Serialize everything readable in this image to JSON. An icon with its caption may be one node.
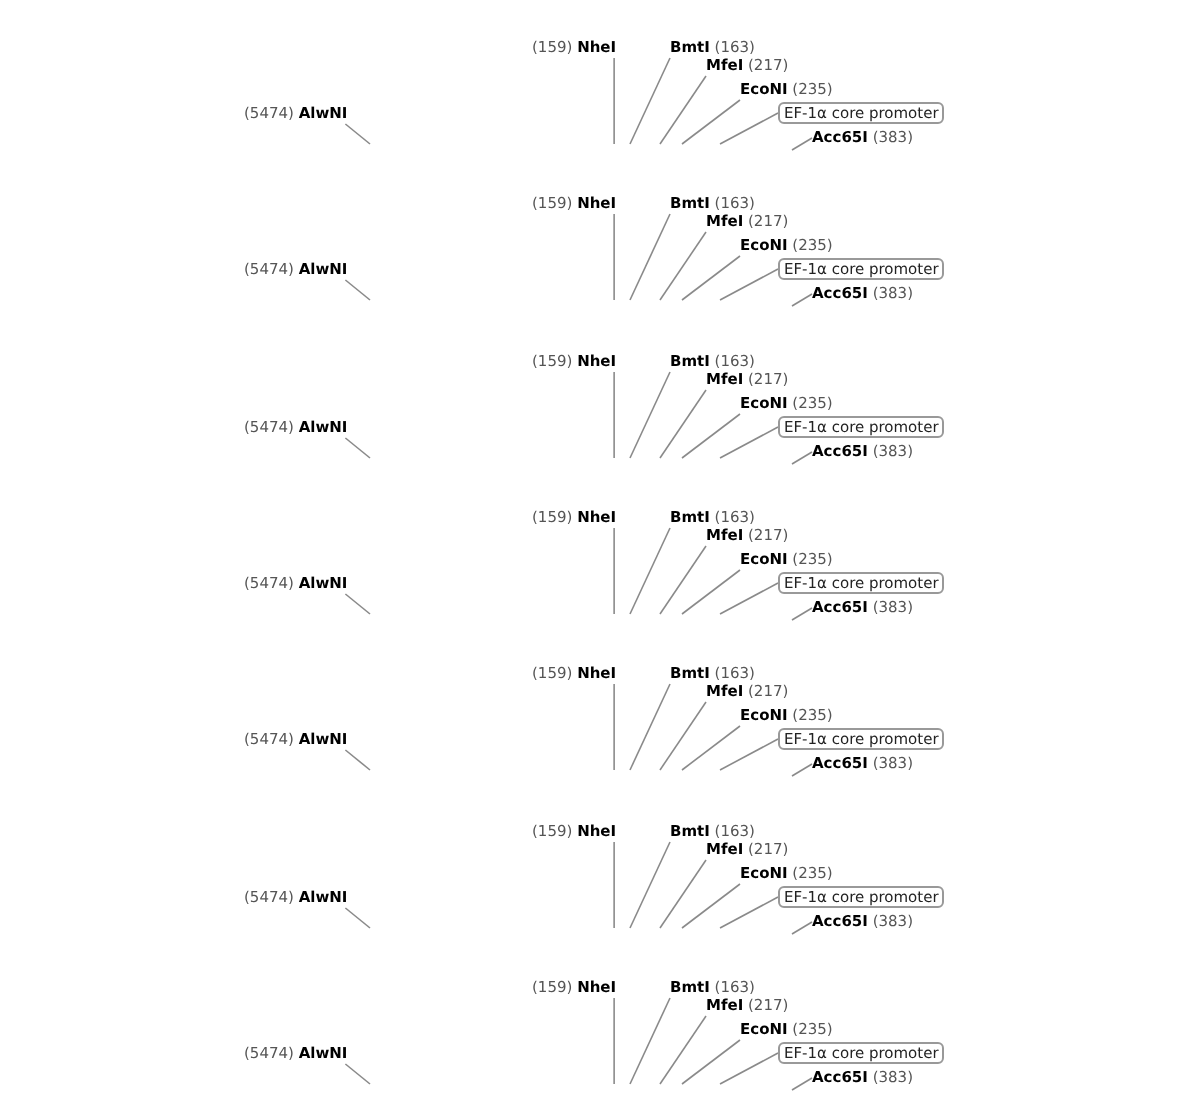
{
  "diagram": {
    "nodes": [
      {
        "text": [
          "(5474) **AlwNI**"
        ]
      },
      {
        "text": [
          "(159) **NheI**"
        ]
      },
      {
        "text": [
          "**BmtI** (163)"
        ]
      },
      {
        "text": [
          "**MfeI** (217)"
        ]
      },
      {
        "text": [
          "**EcoNI** (235)"
        ]
      },
      {
        "text": [
          "EF-1α core promoter"
        ]
      },
      {
        "text": [
          "**Acc65I** (383)"
        ]
      },
      {
        "text": [
          "(5474) **AlwNI**"
        ]
      },
      {
        "text": [
          "(159) **NheI**"
        ]
      },
      {
        "text": [
          "**BmtI** (163)"
        ]
      },
      {
        "text": [
          "**MfeI** (217)"
        ]
      },
      {
        "text": [
          "**EcoNI** (235)"
        ]
      },
      {
        "text": [
          "EF-1α core promoter"
        ]
      },
      {
        "text": [
          "**Acc65I** (383)"
        ]
      },
      {
        "text": [
          "(5474) **AlwNI**"
        ]
      },
      {
        "text": [
          "(159) **NheI**"
        ]
      },
      {
        "text": [
          "**BmtI** (163)"
        ]
      },
      {
        "text": [
          "**MfeI** (217)"
        ]
      },
      {
        "text": [
          "**EcoNI** (235)"
        ]
      },
      {
        "text": [
          "EF-1α core promoter"
        ]
      },
      {
        "text": [
          "**Acc65I** (383)"
        ]
      },
      {
        "text": [
          "(5474) **AlwNI**"
        ]
      },
      {
        "text": [
          "(159) **NheI**"
        ]
      },
      {
        "text": [
          "**BmtI** (163)"
        ]
      },
      {
        "text": [
          "**MfeI** (217)"
        ]
      },
      {
        "text": [
          "**EcoNI** (235)"
        ]
      },
      {
        "text": [
          "EF-1α core promoter"
        ]
      },
      {
        "text": [
          "**Acc65I** (383)"
        ]
      },
      {
        "text": [
          "(5474) **AlwNI**"
        ]
      },
      {
        "text": [
          "(159) **NheI**"
        ]
      },
      {
        "text": [
          "**BmtI** (163)"
        ]
      },
      {
        "text": [
          "**MfeI** (217)"
        ]
      },
      {
        "text": [
          "**EcoNI** (235)"
        ]
      },
      {
        "text": [
          "EF-1α core promoter"
        ]
      },
      {
        "text": [
          "**Acc65I** (383)"
        ]
      },
      {
        "text": [
          "(5474) **AlwNI**"
        ]
      },
      {
        "text": [
          "(159) **NheI**"
        ]
      },
      {
        "text": [
          "**BmtI** (163)"
        ]
      },
      {
        "text": [
          "**MfeI** (217)"
        ]
      },
      {
        "text": [
          "**EcoNI** (235)"
        ]
      },
      {
        "text": [
          "EF-1α core promoter"
        ]
      },
      {
        "text": [
          "**Acc65I** (383)"
        ]
      },
      {
        "text": [
          "(5474) **AlwNI**"
        ]
      },
      {
        "text": [
          "(159) **NheI**"
        ]
      },
      {
        "text": [
          "**BmtI** (163)"
        ]
      },
      {
        "text": [
          "**MfeI** (217)"
        ]
      },
      {
        "text": [
          "**EcoNI** (235)"
        ]
      },
      {
        "text": [
          "EF-1α core promoter"
        ]
      },
      {
        "text": [
          "**Acc65I** (383)"
        ]
      }
    ],
    "edges": [
      {
        "from": 0,
        "to": null,
        "arrow": "none"
      },
      {
        "from": 1,
        "to": null,
        "arrow": "none"
      },
      {
        "from": 2,
        "to": null,
        "arrow": "none"
      },
      {
        "from": 3,
        "to": null,
        "arrow": "none"
      },
      {
        "from": 4,
        "to": null,
        "arrow": "none"
      },
      {
        "from": 5,
        "to": null,
        "arrow": "none"
      },
      {
        "from": 6,
        "to": null,
        "arrow": "none"
      },
      {
        "from": 7,
        "to": null,
        "arrow": "none"
      },
      {
        "from": 8,
        "to": null,
        "arrow": "none"
      },
      {
        "from": 9,
        "to": null,
        "arrow": "none"
      },
      {
        "from": 10,
        "to": null,
        "arrow": "none"
      },
      {
        "from": 11,
        "to": null,
        "arrow": "none"
      },
      {
        "from": 12,
        "to": null,
        "arrow": "none"
      },
      {
        "from": 13,
        "to": null,
        "arrow": "none"
      },
      {
        "from": 14,
        "to": null,
        "arrow": "none"
      },
      {
        "from": 15,
        "to": null,
        "arrow": "none"
      },
      {
        "from": 16,
        "to": null,
        "arrow": "none"
      },
      {
        "from": 17,
        "to": null,
        "arrow": "none"
      },
      {
        "from": 18,
        "to": null,
        "arrow": "none"
      },
      {
        "from": 19,
        "to": null,
        "arrow": "none"
      },
      {
        "from": 20,
        "to": null,
        "arrow": "none"
      },
      {
        "from": 21,
        "to": null,
        "arrow": "none"
      },
      {
        "from": 22,
        "to": null,
        "arrow": "none"
      },
      {
        "from": 23,
        "to": null,
        "arrow": "none"
      },
      {
        "from": 24,
        "to": null,
        "arrow": "none"
      },
      {
        "from": 25,
        "to": null,
        "arrow": "none"
      },
      {
        "from": 26,
        "to": null,
        "arrow": "none"
      },
      {
        "from": 27,
        "to": null,
        "arrow": "none"
      },
      {
        "from": 28,
        "to": null,
        "arrow": "none"
      },
      {
        "from": 29,
        "to": null,
        "arrow": "none"
      },
      {
        "from": 30,
        "to": null,
        "arrow": "none"
      },
      {
        "from": 31,
        "to": null,
        "arrow": "none"
      },
      {
        "from": 32,
        "to": null,
        "arrow": "none"
      },
      {
        "from": 33,
        "to": null,
        "arrow": "none"
      },
      {
        "from": 34,
        "to": null,
        "arrow": "none"
      },
      {
        "from": 35,
        "to": null,
        "arrow": "none"
      },
      {
        "from": 36,
        "to": null,
        "arrow": "none"
      },
      {
        "from": 37,
        "to": null,
        "arrow": "none"
      },
      {
        "from": 38,
        "to": null,
        "arrow": "none"
      },
      {
        "from": 39,
        "to": null,
        "arrow": "none"
      },
      {
        "from": 40,
        "to": null,
        "arrow": "none"
      },
      {
        "from": 41,
        "to": null,
        "arrow": "none"
      },
      {
        "from": 42,
        "to": null,
        "arrow": "none"
      },
      {
        "from": 43,
        "to": null,
        "arrow": "none"
      },
      {
        "from": 44,
        "to": null,
        "arrow": "none"
      },
      {
        "from": 45,
        "to": null,
        "arrow": "none"
      },
      {
        "from": 46,
        "to": null,
        "arrow": "none"
      },
      {
        "from": 47,
        "to": null,
        "arrow": "none"
      },
      {
        "from": 48,
        "to": null,
        "arrow": "none"
      }
    ]
  }
}
